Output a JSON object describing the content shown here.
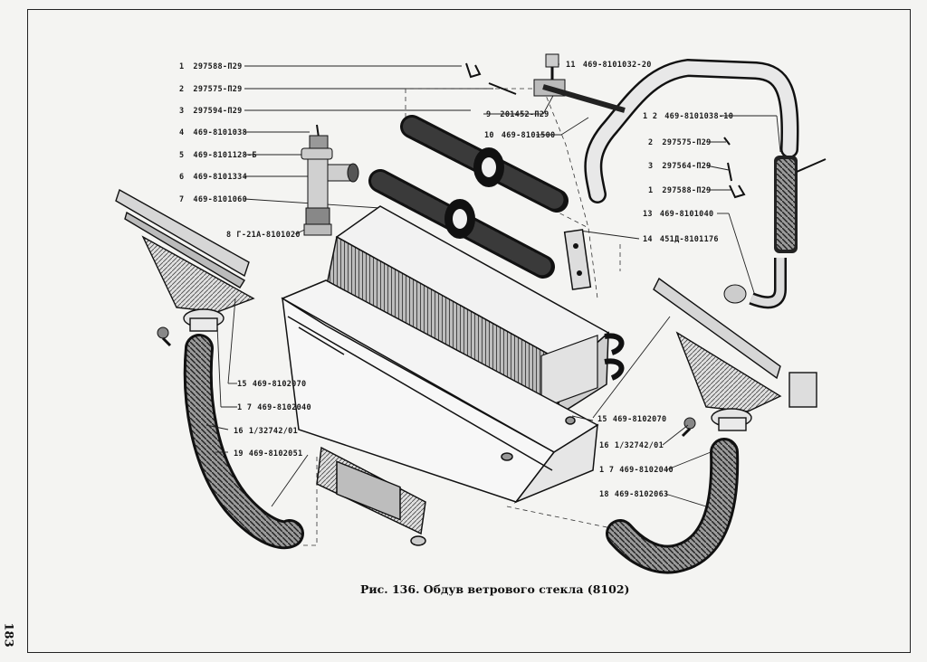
{
  "page_number": "183",
  "caption": "Рис. 136. Обдув ветрового стекла (8102)",
  "callouts": [
    {
      "num": "1",
      "part": "297588-П29"
    },
    {
      "num": "2",
      "part": "297575-П29"
    },
    {
      "num": "3",
      "part": "297594-П29"
    },
    {
      "num": "4",
      "part": "469-8101038"
    },
    {
      "num": "5",
      "part": "469-8101128-Б"
    },
    {
      "num": "6",
      "part": "469-8101334"
    },
    {
      "num": "7",
      "part": "469-8101060"
    },
    {
      "num": "8",
      "part": "Г-21А-8101020"
    },
    {
      "num": "9",
      "part": "201452-П29"
    },
    {
      "num": "10",
      "part": "469-8101500"
    },
    {
      "num": "11",
      "part": "469-8101032-20"
    },
    {
      "num": "1 2",
      "part": "469-8101038-10"
    },
    {
      "num": "2",
      "part": "297575-П29"
    },
    {
      "num": "3",
      "part": "297564-П29"
    },
    {
      "num": "1",
      "part": "297588-П29"
    },
    {
      "num": "13",
      "part": "469-8101040"
    },
    {
      "num": "14",
      "part": "451Д-8101176"
    },
    {
      "num": "15",
      "part": "469-8102070"
    },
    {
      "num": "1 7",
      "part": "469-8102040"
    },
    {
      "num": "16",
      "part": "1/32742/01"
    },
    {
      "num": "19",
      "part": "469-8102051"
    },
    {
      "num": "15",
      "part": "469-8102070"
    },
    {
      "num": "16",
      "part": "1/32742/01"
    },
    {
      "num": "1 7",
      "part": "469-8102040"
    },
    {
      "num": "18",
      "part": "469-8102063"
    }
  ]
}
